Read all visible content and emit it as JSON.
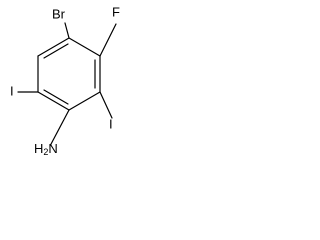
{
  "molecule": {
    "atoms": {
      "bromine": "Br",
      "fluorine": "F",
      "iodine_left": "I",
      "iodine_right": "I",
      "amine_n": "N",
      "amine_h": "H",
      "amine_count": "2"
    }
  }
}
